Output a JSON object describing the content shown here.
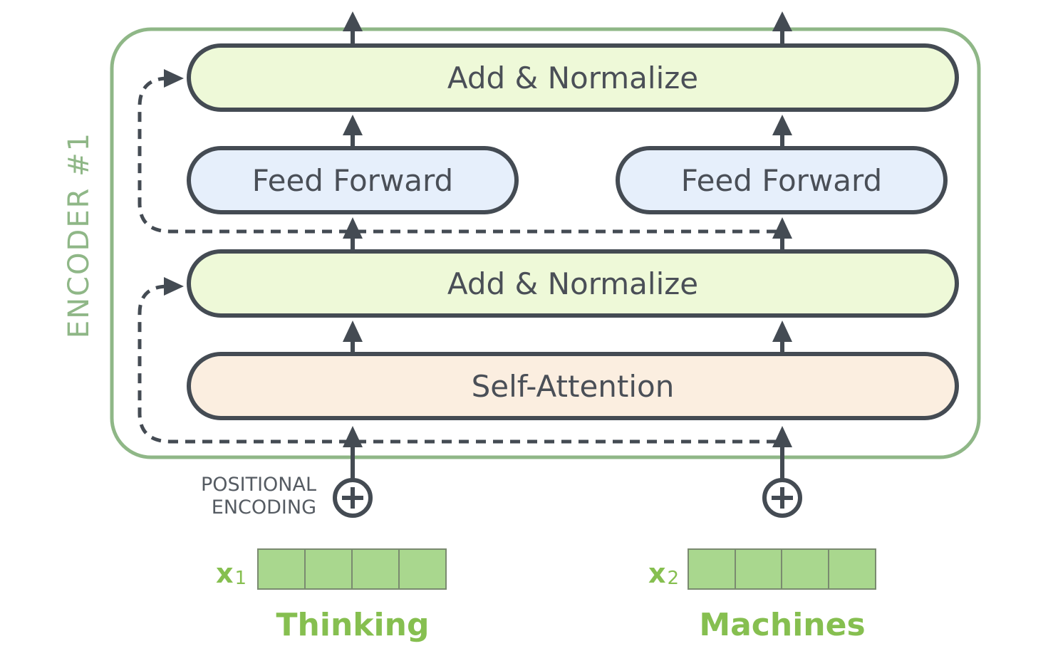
{
  "encoder": {
    "title": "ENCODER #1"
  },
  "blocks": {
    "add_normalize_top": "Add & Normalize",
    "feed_forward_left": "Feed Forward",
    "feed_forward_right": "Feed Forward",
    "add_normalize_mid": "Add & Normalize",
    "self_attention": "Self-Attention"
  },
  "positional_encoding": {
    "line1": "POSITIONAL",
    "line2": "ENCODING",
    "symbol": "+"
  },
  "inputs": [
    {
      "x_letter": "x",
      "x_sub": "1",
      "word": "Thinking"
    },
    {
      "x_letter": "x",
      "x_sub": "2",
      "word": "Machines"
    }
  ],
  "colors": {
    "outline": "#444b53",
    "encoder_border": "#8fb787",
    "add_normalize_fill": "#eef9d8",
    "feed_forward_fill": "#e6effb",
    "self_attention_fill": "#fbeee0",
    "vector_fill": "#a9d78e",
    "accent_green": "#86bf50"
  }
}
